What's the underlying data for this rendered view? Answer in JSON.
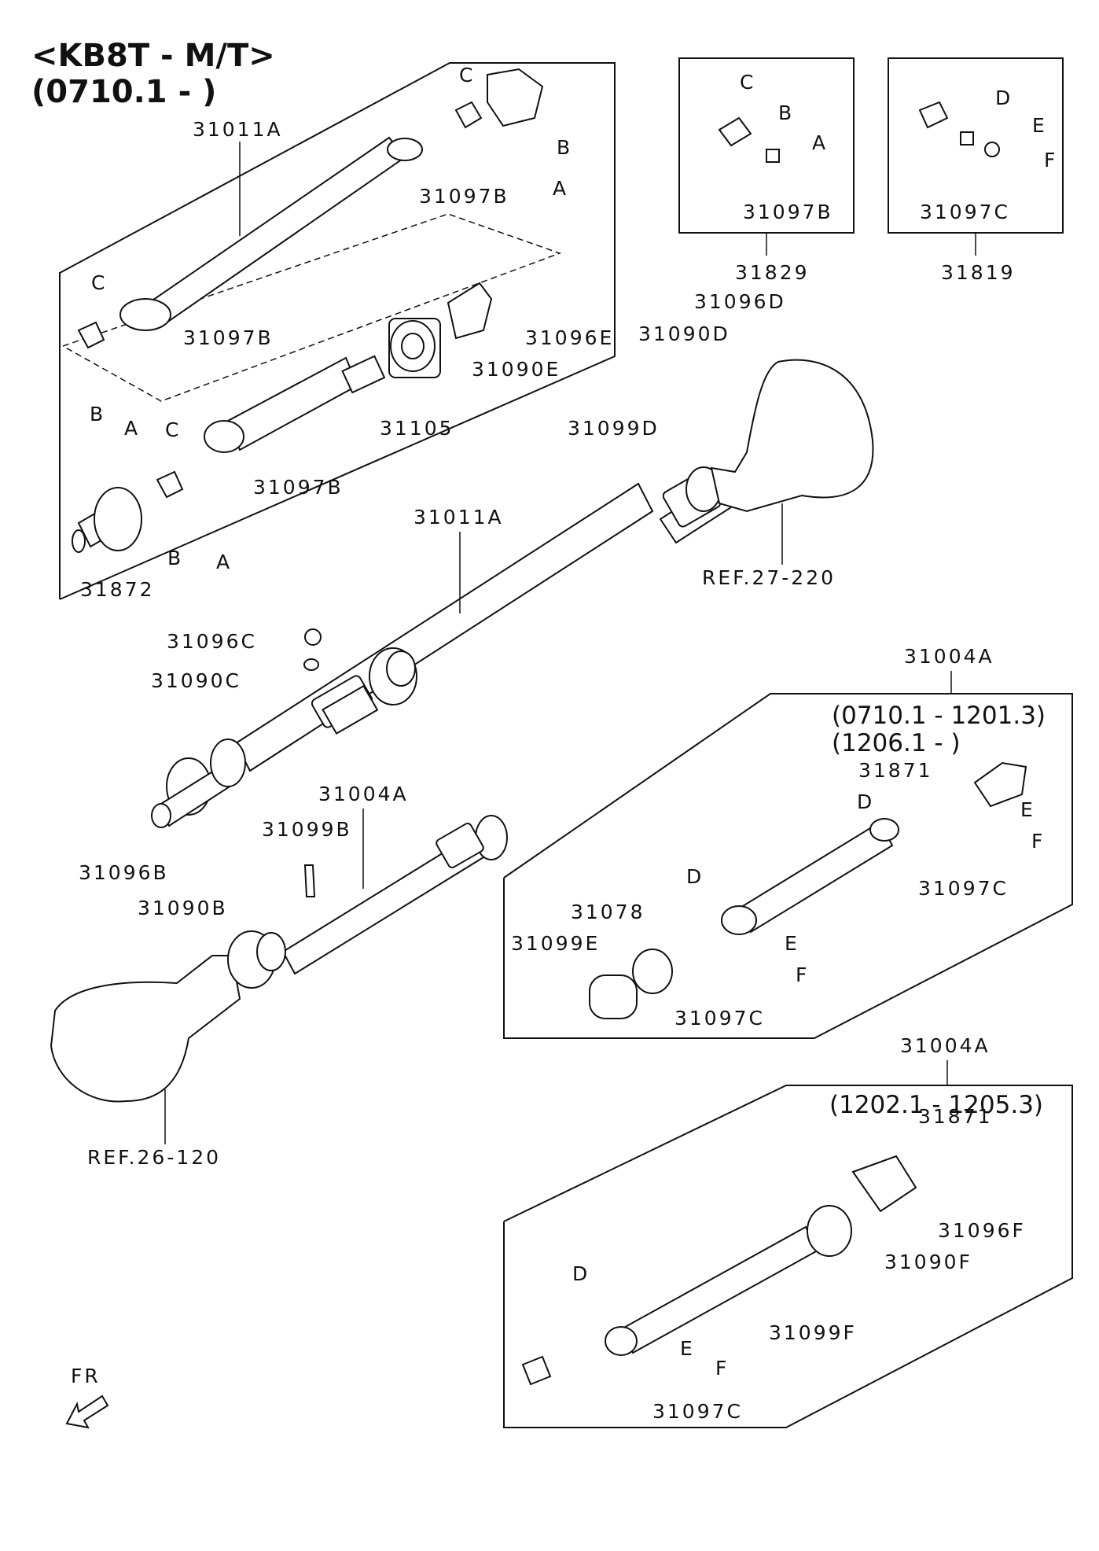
{
  "header": {
    "model": "<KB8T - M/T>",
    "range": "(0710.1 - )"
  },
  "ref_labels": {
    "transmission_ref": "REF.26-120",
    "transfer_ref": "REF.27-220"
  },
  "direction": {
    "label": "FR"
  },
  "ranges": {
    "r1a": "(0710.1 - 1201.3)",
    "r1b": "(1206.1 - )",
    "r2": "(1202.1 - 1205.3)"
  },
  "parts": {
    "shaft_a": "31011A",
    "shaft_b": "31004A",
    "bearing": "31105",
    "flange_yoke": "31872",
    "yoke": "31871",
    "joint_kit_b": "31829",
    "joint_kit_c": "31819",
    "flange": "31078",
    "grease_b": "31097B",
    "grease_c": "31097C",
    "nut_b": "31096B",
    "nut_c": "31096C",
    "nut_d": "31096D",
    "nut_e": "31096E",
    "nut_f": "31096F",
    "washer_b": "31090B",
    "washer_c": "31090C",
    "washer_d": "31090D",
    "washer_e": "31090E",
    "washer_f": "31090F",
    "bolt_b": "31099B",
    "bolt_d": "31099D",
    "bolt_e": "31099E",
    "bolt_f": "31099F"
  },
  "letters": {
    "a": "A",
    "b": "B",
    "c": "C",
    "d": "D",
    "e": "E",
    "f": "F"
  }
}
